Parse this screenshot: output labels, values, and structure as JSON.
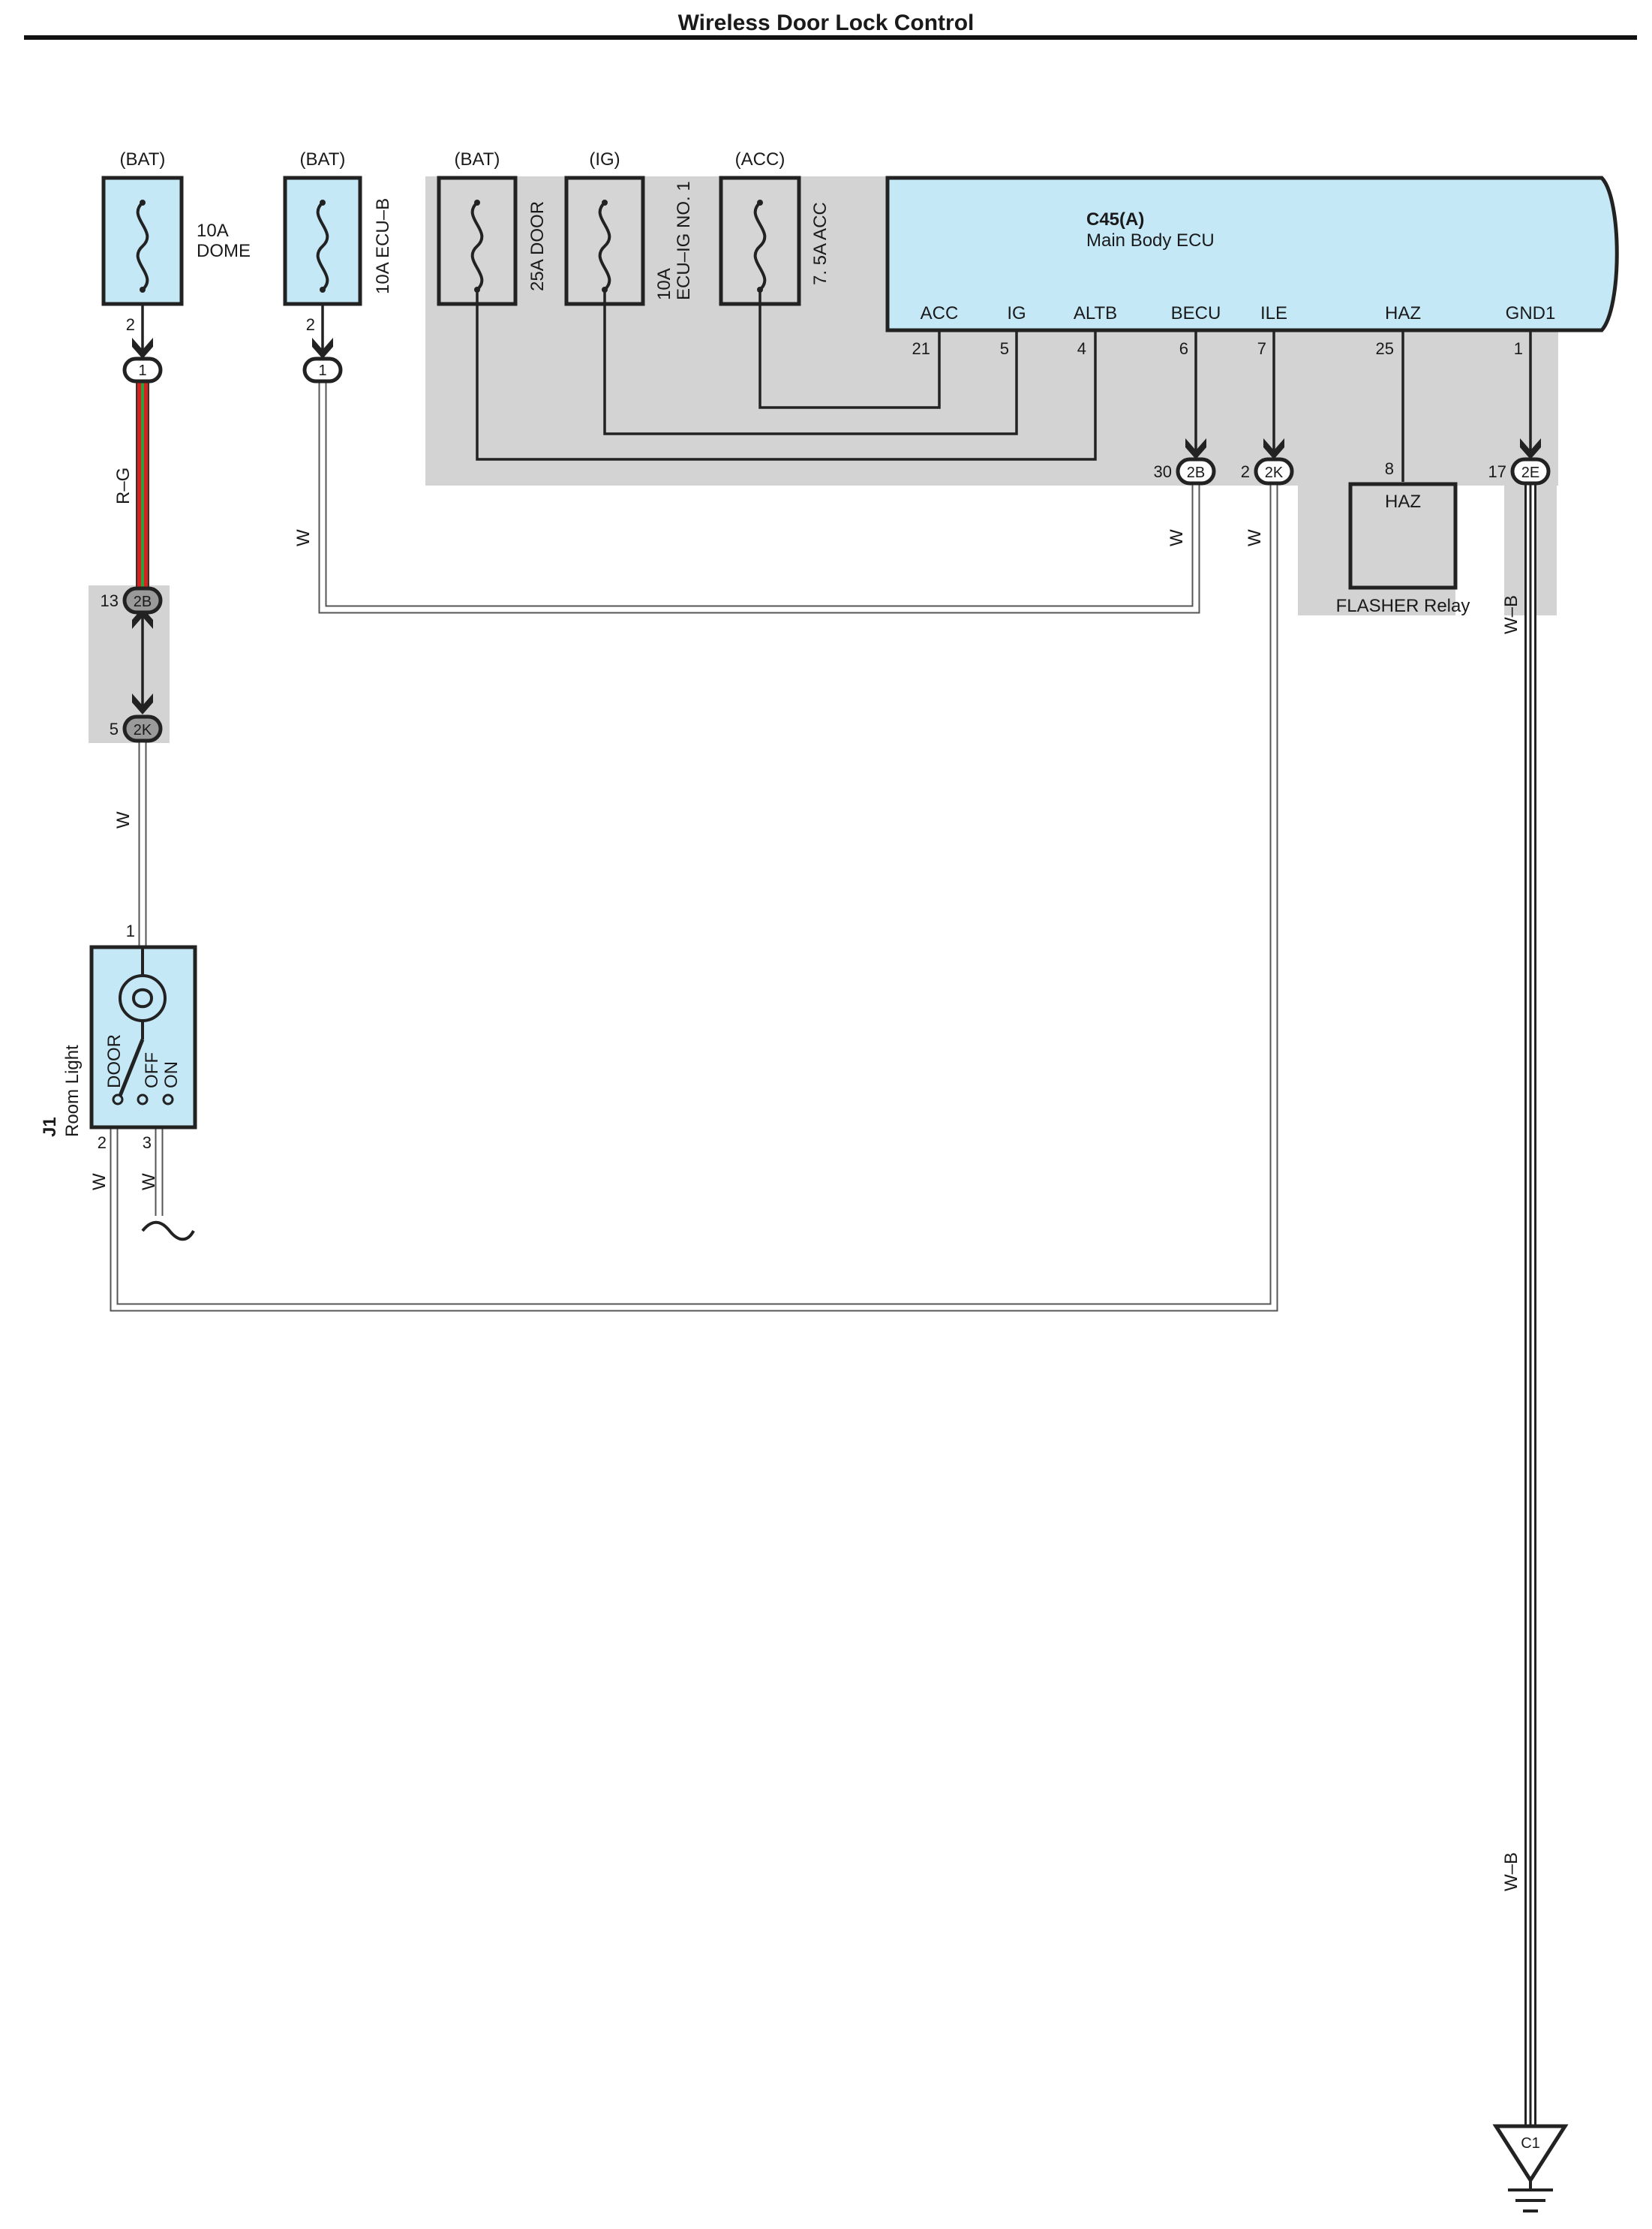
{
  "title": "Wireless Door Lock Control",
  "fuses": [
    {
      "source": "(BAT)",
      "rating": "10A",
      "name": "DOME",
      "pin": "2",
      "connector": "1"
    },
    {
      "source": "(BAT)",
      "label": "10A ECU–B",
      "pin": "2",
      "connector": "1"
    },
    {
      "source": "(BAT)",
      "label": "25A DOOR"
    },
    {
      "source": "(IG)",
      "rating": "10A",
      "name": "ECU–IG NO. 1"
    },
    {
      "source": "(ACC)",
      "label": "7. 5A ACC"
    }
  ],
  "ecu": {
    "id": "C45(A)",
    "name": "Main Body ECU",
    "terminals": [
      {
        "name": "ACC",
        "pin": "21"
      },
      {
        "name": "IG",
        "pin": "5"
      },
      {
        "name": "ALTB",
        "pin": "4"
      },
      {
        "name": "BECU",
        "pin": "6"
      },
      {
        "name": "ILE",
        "pin": "7"
      },
      {
        "name": "HAZ",
        "pin": "25"
      },
      {
        "name": "GND1",
        "pin": "1"
      }
    ]
  },
  "connectors": {
    "c2b_ecu": {
      "pin": "30",
      "label": "2B"
    },
    "c2k_ecu": {
      "pin": "2",
      "label": "2K"
    },
    "c2e_ecu": {
      "pin": "17",
      "label": "2E"
    },
    "c2b_left": {
      "pin": "13",
      "label": "2B"
    },
    "c2k_left": {
      "pin": "5",
      "label": "2K"
    }
  },
  "flasher": {
    "pin": "8",
    "terminal": "HAZ",
    "name": "FLASHER Relay"
  },
  "room_light": {
    "id": "J1",
    "name": "Room Light",
    "positions": [
      "DOOR",
      "OFF",
      "ON"
    ],
    "pin_top": "1",
    "pin_left": "2",
    "pin_right": "3"
  },
  "wire_colors": {
    "rg": "R–G",
    "w": "W",
    "wb": "W–B"
  },
  "ground": {
    "label": "C1"
  }
}
